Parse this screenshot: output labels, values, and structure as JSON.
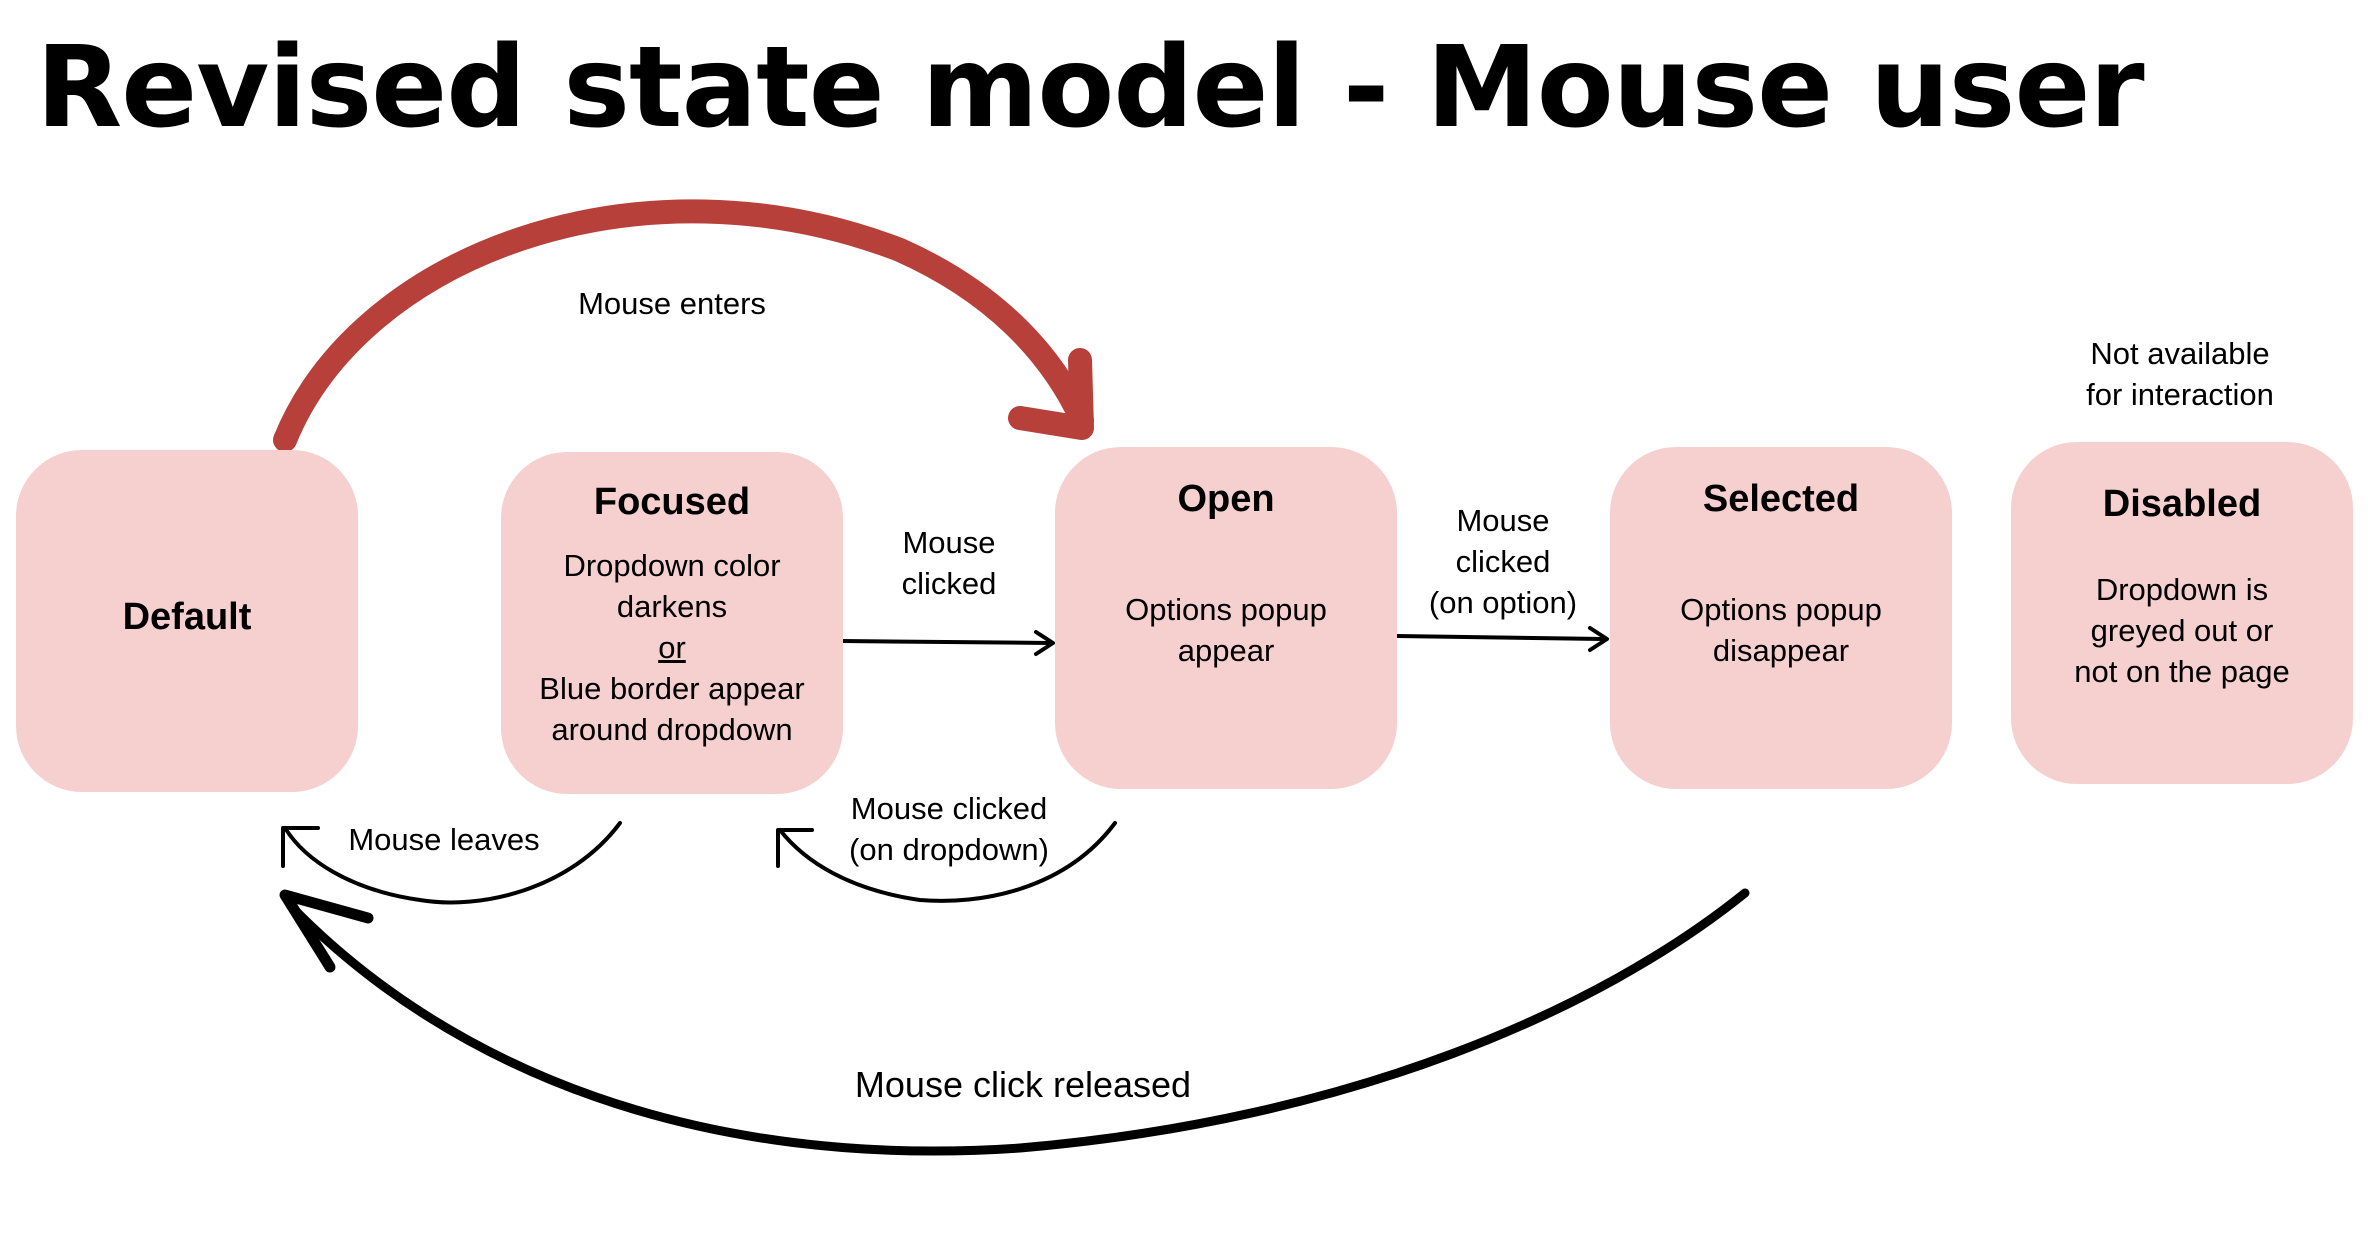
{
  "title": "Revised state model - Mouse user",
  "colors": {
    "state_fill": "#f6cfcf",
    "highlight_arrow": "#b8403a",
    "arrow": "#000000"
  },
  "states": [
    {
      "id": "default",
      "title": "Default",
      "description": []
    },
    {
      "id": "focused",
      "title": "Focused",
      "description": [
        "Dropdown color",
        "darkens",
        "or",
        "Blue border appear",
        "around dropdown"
      ]
    },
    {
      "id": "open",
      "title": "Open",
      "description": [
        "Options popup",
        "appear"
      ]
    },
    {
      "id": "selected",
      "title": "Selected",
      "description": [
        "Options popup",
        "disappear"
      ]
    },
    {
      "id": "disabled",
      "title": "Disabled",
      "description": [
        "Dropdown is",
        "greyed out or",
        "not on the page"
      ]
    }
  ],
  "transitions": [
    {
      "id": "mouse-enters",
      "from": "Default",
      "to": "Open",
      "label": [
        "Mouse enters"
      ]
    },
    {
      "id": "mouse-clicked",
      "from": "Focused",
      "to": "Open",
      "label": [
        "Mouse",
        "clicked"
      ]
    },
    {
      "id": "mouse-clicked-option",
      "from": "Open",
      "to": "Selected",
      "label": [
        "Mouse",
        "clicked",
        "(on option)"
      ]
    },
    {
      "id": "mouse-leaves",
      "from": "Focused",
      "to": "Default",
      "label": [
        "Mouse leaves"
      ]
    },
    {
      "id": "mouse-clicked-dropdown",
      "from": "Open",
      "to": "Focused",
      "label": [
        "Mouse clicked",
        "(on dropdown)"
      ]
    },
    {
      "id": "mouse-click-released",
      "from": "Selected",
      "to": "Default",
      "label": [
        "Mouse click released"
      ]
    }
  ],
  "notes": {
    "disabled": [
      "Not available",
      "for interaction"
    ]
  }
}
